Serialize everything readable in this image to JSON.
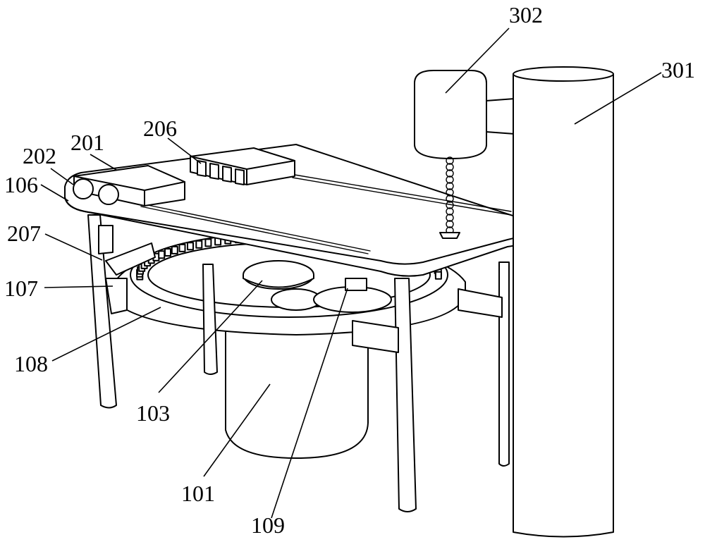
{
  "labels": {
    "l302": "302",
    "l301": "301",
    "l206": "206",
    "l201": "201",
    "l202": "202",
    "l106": "106",
    "l207": "207",
    "l107": "107",
    "l108": "108",
    "l103": "103",
    "l101": "101",
    "l109": "109"
  },
  "colors": {
    "line": "#000000",
    "background": "#ffffff"
  }
}
